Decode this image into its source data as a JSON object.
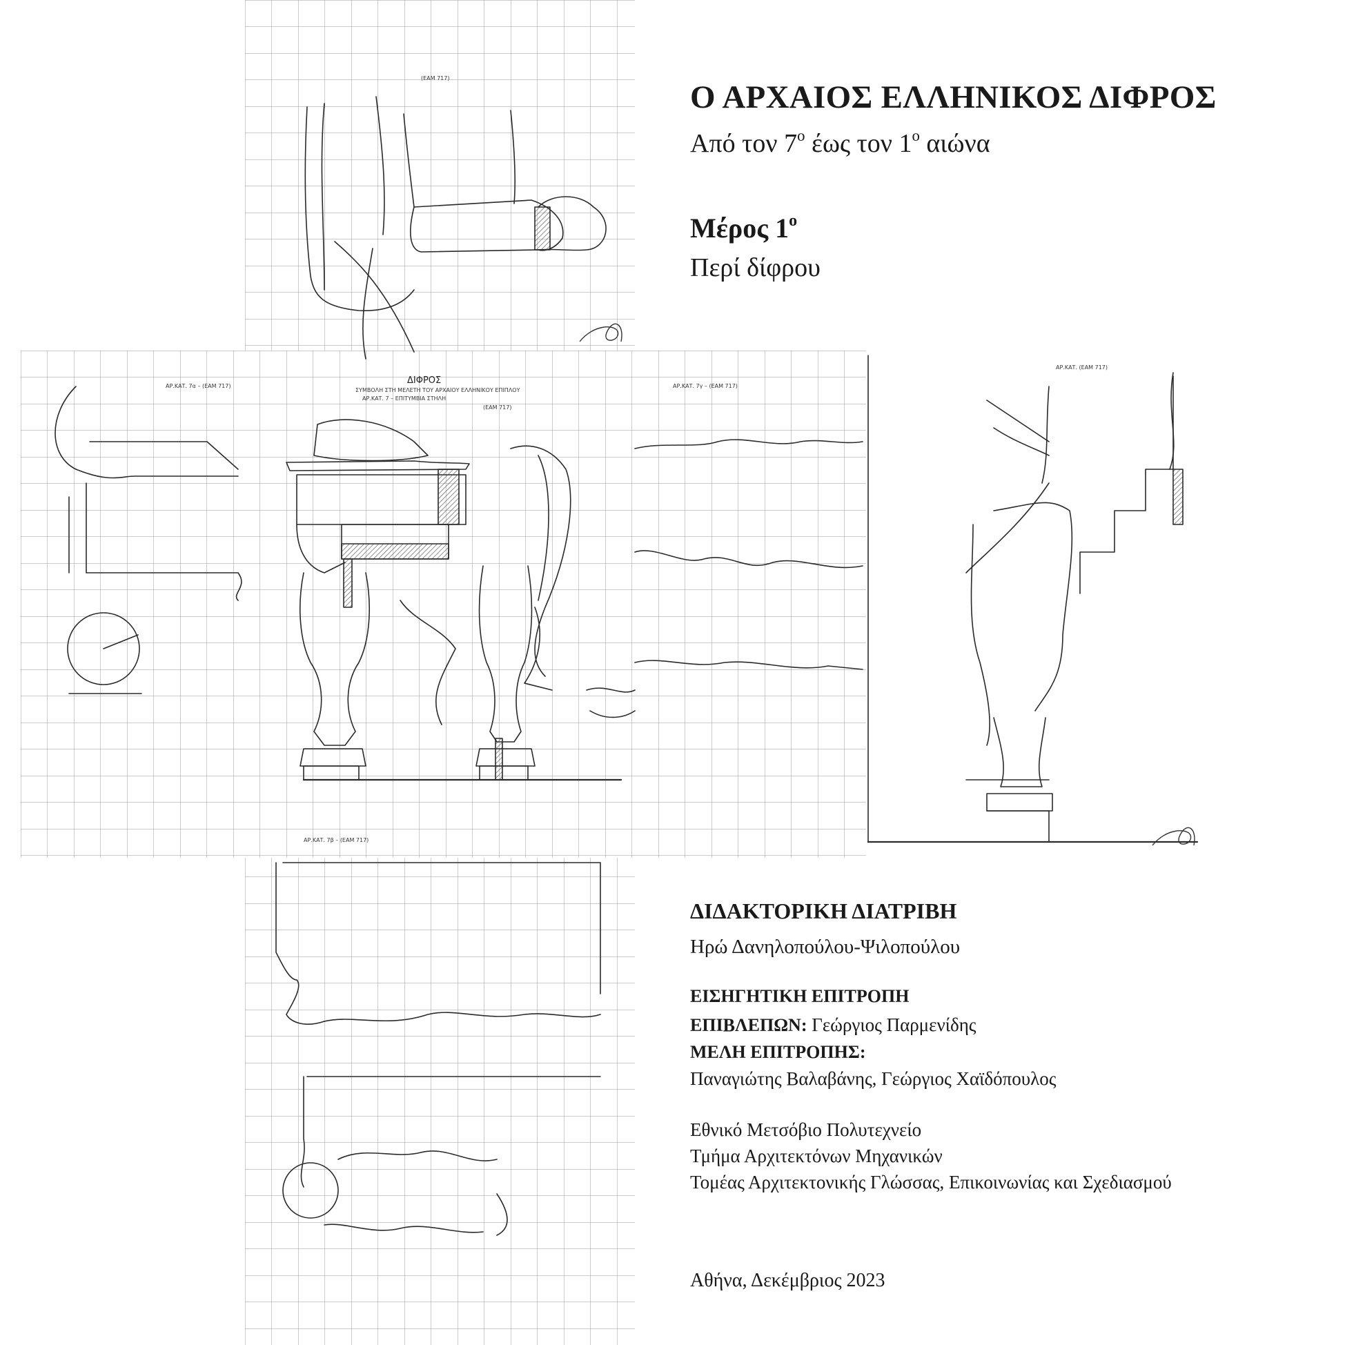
{
  "title": "Ο ΑΡΧΑΙΟΣ ΕΛΛΗΝΙΚΟΣ ΔΙΦΡΟΣ",
  "subtitle": {
    "pre": "Από τον 7",
    "sup1": "ο",
    "mid": " έως τον 1",
    "sup2": "ο",
    "post": " αιώνα"
  },
  "part": {
    "label": "Μέρος 1",
    "sup": "ο",
    "subtitle": "Περί δίφρου"
  },
  "thesis": {
    "type": "ΔΙΔΑΚΤΟΡΙΚΗ ΔΙΑΤΡΙΒΗ",
    "author": "Ηρώ Δανηλοπούλου-Ψιλοπούλου"
  },
  "committee": {
    "heading": "ΕΙΣΗΓΗΤΙΚΗ ΕΠΙΤΡΟΠΗ",
    "supervisor_label": "ΕΠΙΒΛΕΠΩΝ:",
    "supervisor": " Γεώργιος Παρμενίδης",
    "members_label": "ΜΕΛΗ ΕΠΙΤΡΟΠΗΣ:",
    "members": "Παναγιώτης Βαλαβάνης, Γεώργιος Χαϊδόπουλος"
  },
  "institution": {
    "university": "Εθνικό Μετσόβιο Πολυτεχνείο",
    "school": "Τμήμα Αρχιτεκτόνων Μηχανικών",
    "division": "Τομέας Αρχιτεκτονικής Γλώσσας, Επικοινωνίας και Σχεδιασμού"
  },
  "date": "Αθήνα, Δεκέμβριος 2023",
  "drawing": {
    "sheet_title": "ΔΙΦΡΟΣ",
    "sheet_caption": "ΣΥΜΒΟΛΗ ΣΤΗ ΜΕΛΕΤΗ ΤΟΥ ΑΡΧΑΙΟΥ ΕΛΛΗΝΙΚΟΥ ΕΠΙΠΛΟΥ",
    "ref_main": "ΑΡ.ΚΑΤ. 7 – ΕΠΙΤΥΜΒΙΑ ΣΤΗΛΗ",
    "ref_code": "(ΕΑΜ 717)",
    "ref_left": "ΑΡ.ΚΑΤ. 7α – (ΕΑΜ 717)",
    "ref_right": "ΑΡ.ΚΑΤ. 7γ – (ΕΑΜ 717)",
    "ref_bottom": "ΑΡ.ΚΑΤ. 7β – (ΕΑΜ 717)",
    "ref_far": "ΑΡ.ΚΑΤ. (ΕΑΜ 717)",
    "colors": {
      "ink": "#2a2a2a",
      "grid": "#9a9a9a",
      "hatch": "#6a6a6a"
    }
  }
}
